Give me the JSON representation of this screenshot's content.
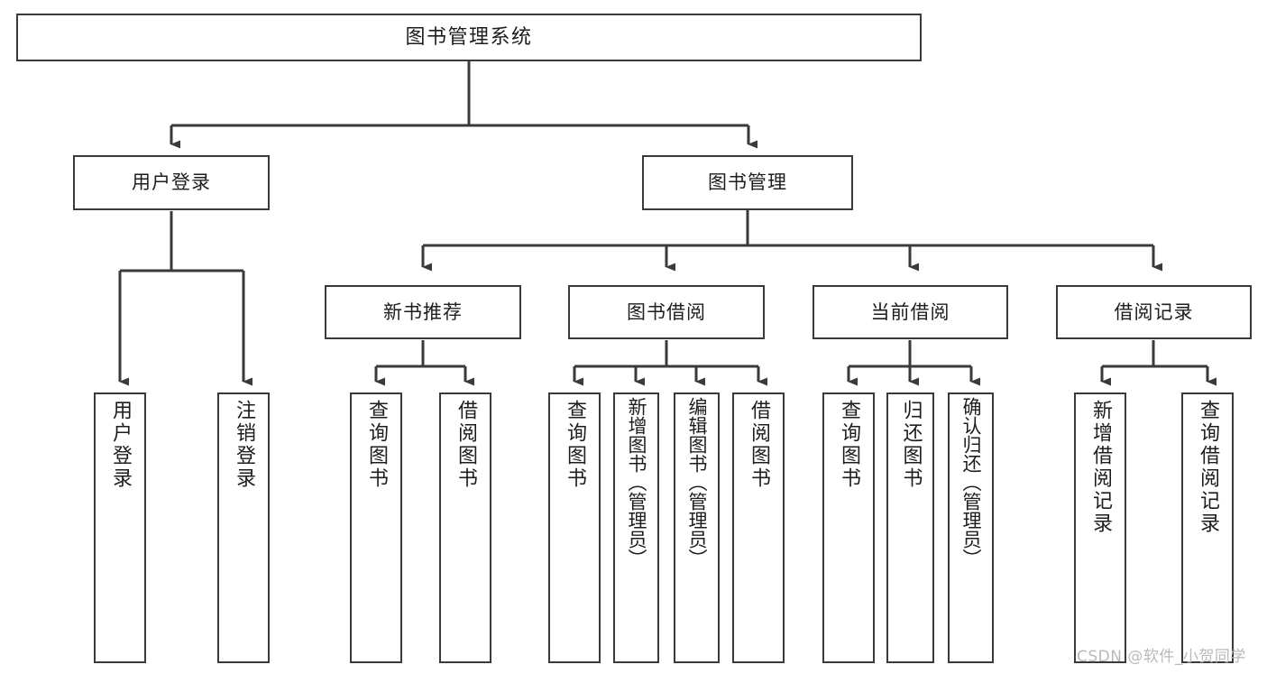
{
  "diagram": {
    "title": "图书管理系统",
    "type": "hierarchy-tree",
    "watermark": "CSDN @软件_小贺同学",
    "colors": {
      "box_border": "#3a3a3a",
      "box_fill": "#ffffff",
      "connector": "#3a3a3a",
      "text": "#1d1d1d",
      "watermark": "#b9b9b9",
      "background": "#ffffff"
    },
    "nodes": {
      "root": {
        "label": "图书管理系统"
      },
      "level1": [
        {
          "id": "user-login",
          "label": "用户登录"
        },
        {
          "id": "book-manage",
          "label": "图书管理"
        }
      ],
      "level2": [
        {
          "id": "new-book-rec",
          "label": "新书推荐"
        },
        {
          "id": "book-borrow",
          "label": "图书借阅"
        },
        {
          "id": "current-borrow",
          "label": "当前借阅"
        },
        {
          "id": "borrow-record",
          "label": "借阅记录"
        }
      ],
      "leaves": {
        "user-login": [
          {
            "id": "leaf-user-login",
            "label": "用户登录"
          },
          {
            "id": "leaf-user-logout",
            "label": "注销登录"
          }
        ],
        "new-book-rec": [
          {
            "id": "leaf-query-book-1",
            "label": "查询图书"
          },
          {
            "id": "leaf-borrow-book-1",
            "label": "借阅图书"
          }
        ],
        "book-borrow": [
          {
            "id": "leaf-query-book-2",
            "label": "查询图书"
          },
          {
            "id": "leaf-add-book",
            "label": "新增图书（管理员）"
          },
          {
            "id": "leaf-edit-book",
            "label": "编辑图书（管理员）"
          },
          {
            "id": "leaf-borrow-book-2",
            "label": "借阅图书"
          }
        ],
        "current-borrow": [
          {
            "id": "leaf-query-book-3",
            "label": "查询图书"
          },
          {
            "id": "leaf-return-book",
            "label": "归还图书"
          },
          {
            "id": "leaf-confirm-return",
            "label": "确认归还（管理员）"
          }
        ],
        "borrow-record": [
          {
            "id": "leaf-add-record",
            "label": "新增借阅记录"
          },
          {
            "id": "leaf-query-record",
            "label": "查询借阅记录"
          }
        ]
      }
    }
  }
}
